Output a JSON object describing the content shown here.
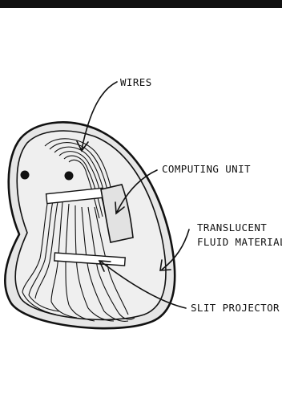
{
  "labels": {
    "wires": "WIRES",
    "computing_unit": "COMPUTING UNIT",
    "translucent_line1": "TRANSLUCENT",
    "translucent_line2": "FLUID MATERIAL",
    "slit_projector": "SLIT PROJECTOR"
  },
  "colors": {
    "ink": "#111111",
    "body_fill": "#e6e6e6",
    "background": "#ffffff",
    "top_bar": "#111111"
  }
}
